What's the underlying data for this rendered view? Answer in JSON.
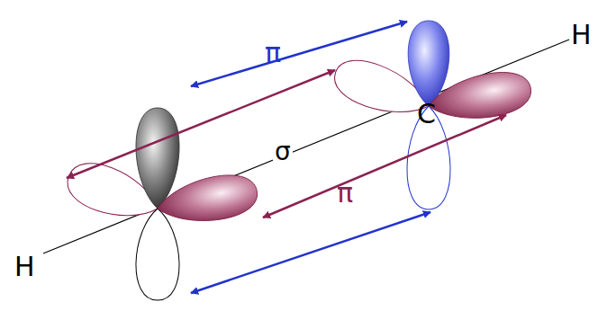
{
  "diagram": {
    "labels": [
      "π",
      "H",
      "σ",
      "C",
      "π",
      "H"
    ]
  }
}
